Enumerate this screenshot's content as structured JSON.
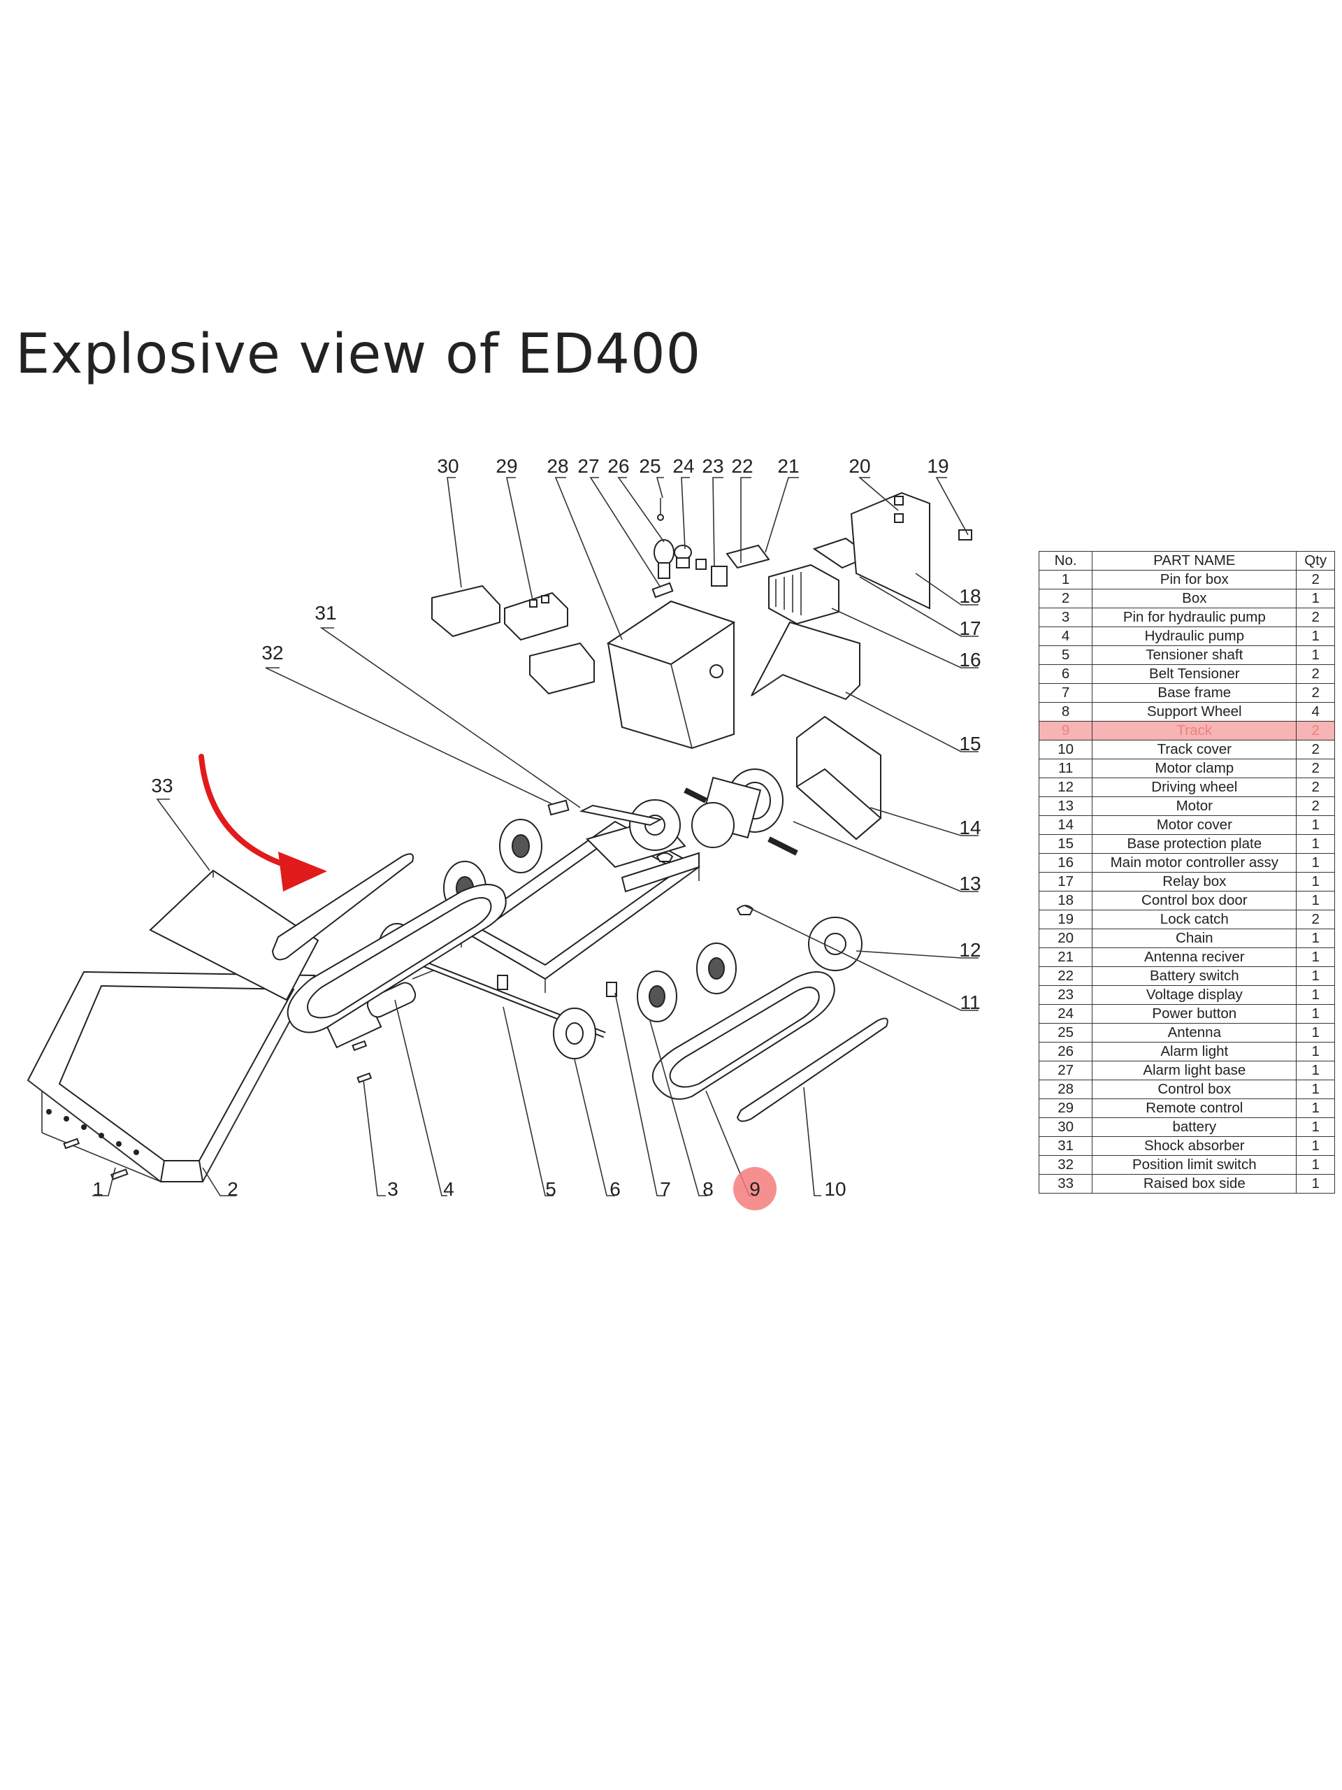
{
  "title": "Explosive view of ED400",
  "callouts": [
    "1",
    "2",
    "3",
    "4",
    "5",
    "6",
    "7",
    "8",
    "9",
    "10",
    "11",
    "12",
    "13",
    "14",
    "15",
    "16",
    "17",
    "18",
    "19",
    "20",
    "21",
    "22",
    "23",
    "24",
    "25",
    "26",
    "27",
    "28",
    "29",
    "30",
    "31",
    "32",
    "33"
  ],
  "highlighted_callout": "9",
  "colors": {
    "highlight_fill": "#f6b4b4",
    "highlight_text": "#f08080",
    "marker": "#f47c7c",
    "arrow": "#e11b1b"
  },
  "table": {
    "headers": {
      "no": "No.",
      "name": "PART NAME",
      "qty": "Qty"
    },
    "rows": [
      {
        "no": "1",
        "name": "Pin for box",
        "qty": "2"
      },
      {
        "no": "2",
        "name": "Box",
        "qty": "1"
      },
      {
        "no": "3",
        "name": "Pin for hydraulic pump",
        "qty": "2"
      },
      {
        "no": "4",
        "name": "Hydraulic pump",
        "qty": "1"
      },
      {
        "no": "5",
        "name": "Tensioner shaft",
        "qty": "1"
      },
      {
        "no": "6",
        "name": "Belt Tensioner",
        "qty": "2"
      },
      {
        "no": "7",
        "name": "Base frame",
        "qty": "2"
      },
      {
        "no": "8",
        "name": "Support Wheel",
        "qty": "4"
      },
      {
        "no": "9",
        "name": "Track",
        "qty": "2",
        "highlighted": true
      },
      {
        "no": "10",
        "name": "Track cover",
        "qty": "2"
      },
      {
        "no": "11",
        "name": "Motor clamp",
        "qty": "2"
      },
      {
        "no": "12",
        "name": "Driving wheel",
        "qty": "2"
      },
      {
        "no": "13",
        "name": "Motor",
        "qty": "2"
      },
      {
        "no": "14",
        "name": "Motor cover",
        "qty": "1"
      },
      {
        "no": "15",
        "name": "Base protection plate",
        "qty": "1"
      },
      {
        "no": "16",
        "name": "Main motor controller assy",
        "qty": "1"
      },
      {
        "no": "17",
        "name": "Relay box",
        "qty": "1"
      },
      {
        "no": "18",
        "name": "Control box door",
        "qty": "1"
      },
      {
        "no": "19",
        "name": "Lock catch",
        "qty": "2"
      },
      {
        "no": "20",
        "name": "Chain",
        "qty": "1"
      },
      {
        "no": "21",
        "name": "Antenna reciver",
        "qty": "1"
      },
      {
        "no": "22",
        "name": "Battery switch",
        "qty": "1"
      },
      {
        "no": "23",
        "name": "Voltage display",
        "qty": "1"
      },
      {
        "no": "24",
        "name": "Power  button",
        "qty": "1"
      },
      {
        "no": "25",
        "name": "Antenna",
        "qty": "1"
      },
      {
        "no": "26",
        "name": "Alarm light",
        "qty": "1"
      },
      {
        "no": "27",
        "name": "Alarm light base",
        "qty": "1"
      },
      {
        "no": "28",
        "name": "Control box",
        "qty": "1"
      },
      {
        "no": "29",
        "name": "Remote control",
        "qty": "1"
      },
      {
        "no": "30",
        "name": "battery",
        "qty": "1"
      },
      {
        "no": "31",
        "name": "Shock absorber",
        "qty": "1"
      },
      {
        "no": "32",
        "name": "Position limit switch",
        "qty": "1"
      },
      {
        "no": "33",
        "name": "Raised box side",
        "qty": "1"
      }
    ]
  }
}
